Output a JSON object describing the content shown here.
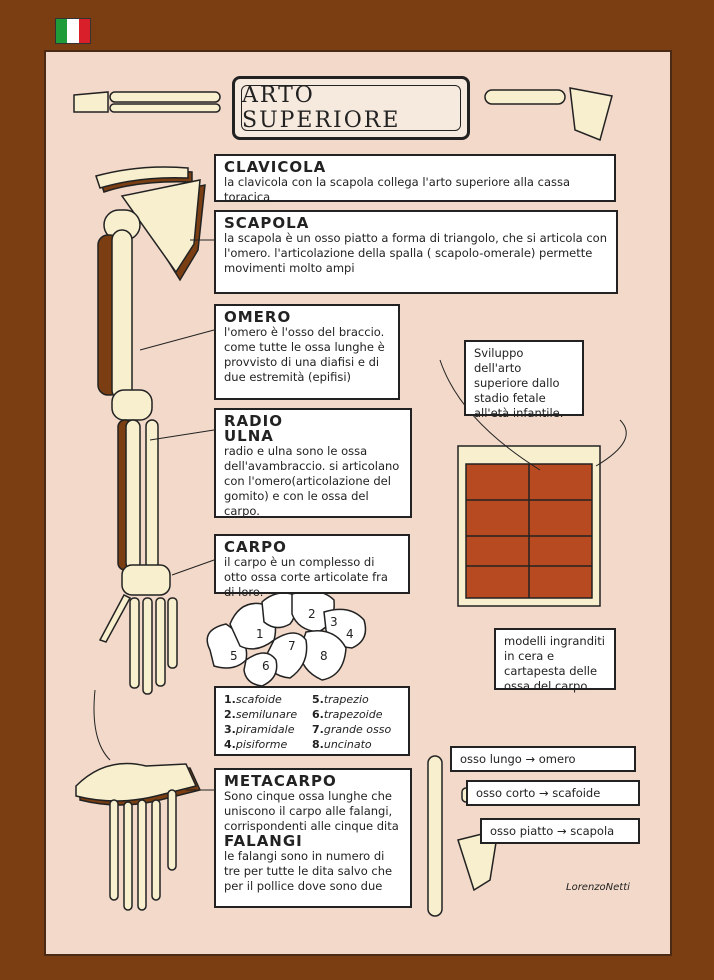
{
  "title": "ARTO SUPERIORE",
  "flag_colors": [
    "#1f9c3a",
    "#ffffff",
    "#d9202a"
  ],
  "sections": {
    "clavicola": {
      "heading": "CLAVICOLA",
      "text": "la clavicola con la scapola collega l'arto superiore alla cassa toracica"
    },
    "scapola": {
      "heading": "SCAPOLA",
      "text": "la scapola è un osso piatto a forma di triangolo, che si articola con l'omero. l'articolazione della spalla ( scapolo-omerale) permette movimenti molto ampi"
    },
    "omero": {
      "heading": "OMERO",
      "text": "l'omero è l'osso del braccio. come tutte le ossa lunghe è provvisto di una diafisi e di due estremità (epifisi)"
    },
    "radio_ulna": {
      "heading1": "RADIO",
      "heading2": "ULNA",
      "text": "radio e ulna sono le ossa dell'avambraccio. si articolano con l'omero(articolazione del gomito) e con le ossa del carpo."
    },
    "carpo": {
      "heading": "CARPO",
      "text": "il carpo è un complesso di otto ossa corte articolate fra di loro."
    },
    "metacarpo": {
      "heading": "METACARPO",
      "text": "Sono cinque ossa lunghe che uniscono il carpo alle falangi, corrispondenti alle cinque dita"
    },
    "falangi": {
      "heading": "FALANGI",
      "text": "le falangi sono in numero di tre per tutte le dita salvo che per il pollice dove sono due"
    }
  },
  "carpal_bones": [
    {
      "n": "1.",
      "name": "scafoide"
    },
    {
      "n": "5.",
      "name": "trapezio"
    },
    {
      "n": "2.",
      "name": "semilunare"
    },
    {
      "n": "6.",
      "name": "trapezoide"
    },
    {
      "n": "3.",
      "name": "piramidale"
    },
    {
      "n": "7.",
      "name": "grande osso"
    },
    {
      "n": "4.",
      "name": "pisiforme"
    },
    {
      "n": "8.",
      "name": "uncinato"
    }
  ],
  "carpal_numbers": [
    "1",
    "2",
    "3",
    "4",
    "5",
    "6",
    "7",
    "8"
  ],
  "development_note": "Sviluppo dell'arto superiore dallo stadio fetale all'età infantile.",
  "models_note": "modelli ingranditi in cera e cartapesta delle ossa del carpo",
  "bone_types": [
    {
      "label": "osso lungo → omero"
    },
    {
      "label": "osso corto → scafoide"
    },
    {
      "label": "osso piatto → scapola"
    }
  ],
  "signature": "LorenzoNetti"
}
